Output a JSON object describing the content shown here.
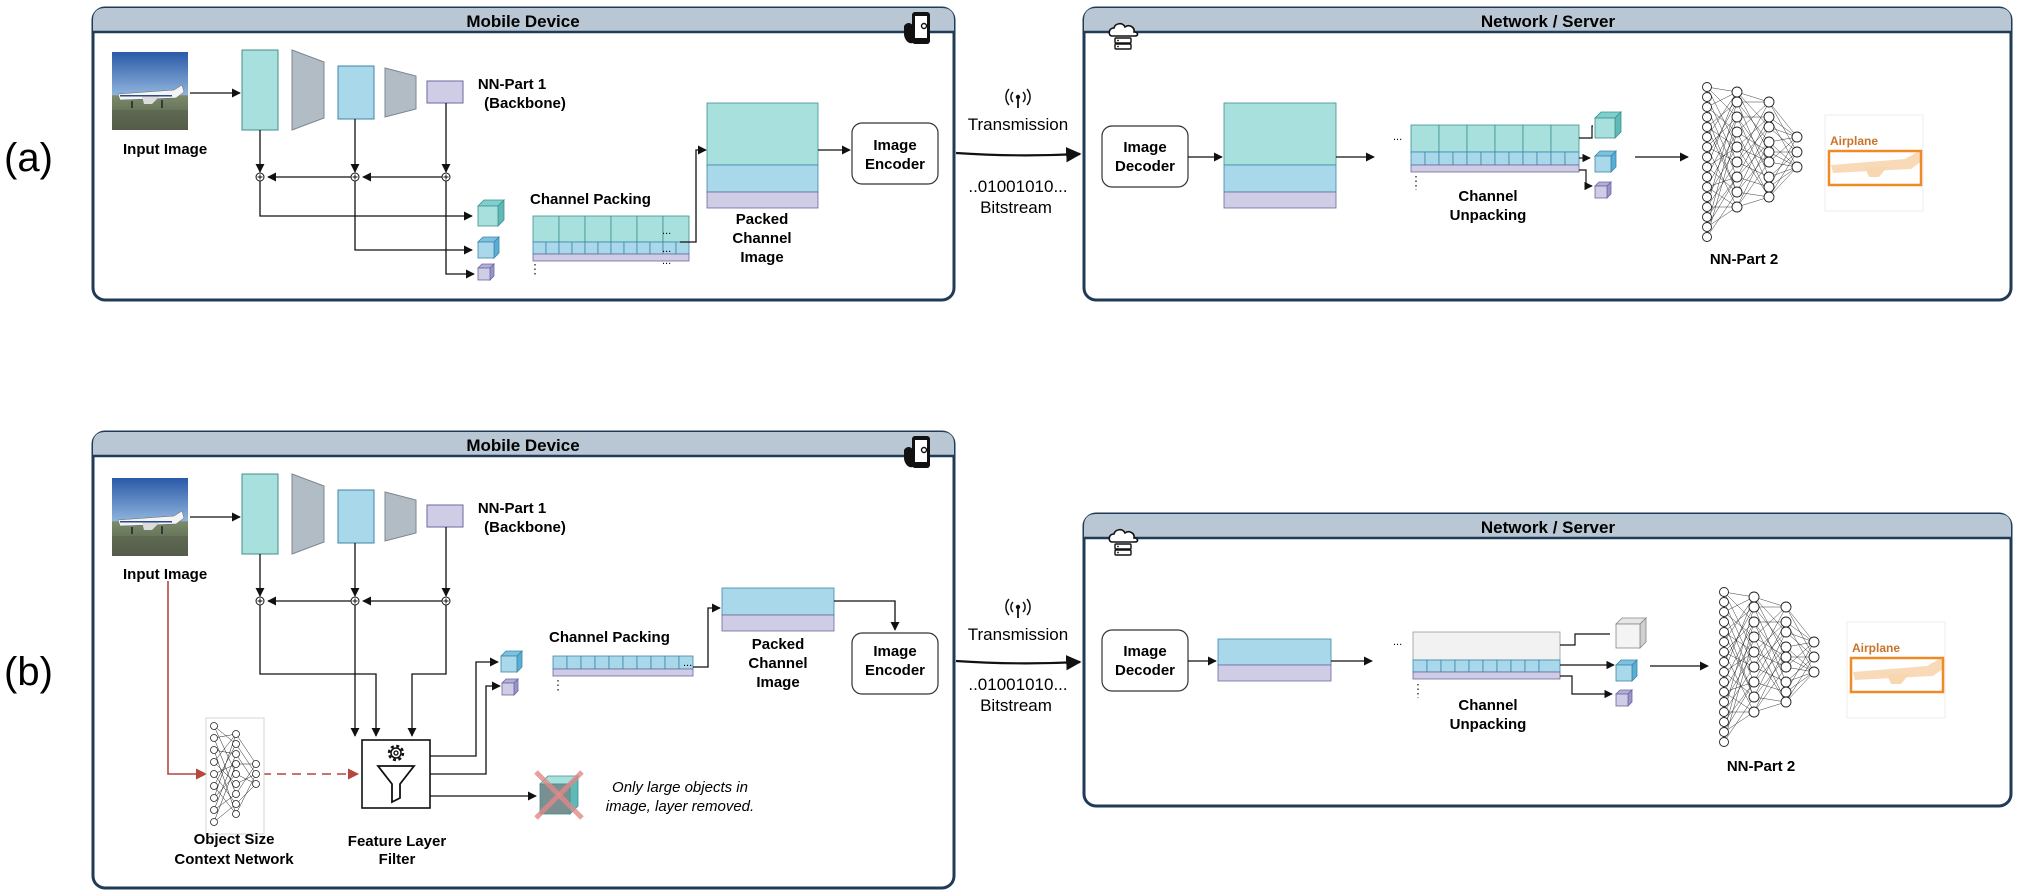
{
  "colors": {
    "panel_stroke": "#1f3b57",
    "panel_header": "#b8c7d3",
    "teal": "#a8e0de",
    "light_blue": "#a9d8ea",
    "lavender": "#cfcde6",
    "gray_trap": "#b2bcc5",
    "red_arrow": "#b5473f",
    "airplane_box": "#f08a24",
    "airplane_label": "#c8742c"
  },
  "part_a": {
    "label": "(a)",
    "mobile": {
      "title": "Mobile Device",
      "input_image": "Input Image",
      "nn_part1_line1": "NN-Part 1",
      "nn_part1_line2": "(Backbone)",
      "channel_packing": "Channel Packing",
      "packed_line1": "Packed",
      "packed_line2": "Channel",
      "packed_line3": "Image",
      "encoder_line1": "Image",
      "encoder_line2": "Encoder",
      "ellipsis": "..."
    },
    "transmission": {
      "label": "Transmission",
      "bitstream_bits": "..01001010...",
      "bitstream_label": "Bitstream"
    },
    "server": {
      "title": "Network / Server",
      "decoder_line1": "Image",
      "decoder_line2": "Decoder",
      "unpacking_line1": "Channel",
      "unpacking_line2": "Unpacking",
      "nn_part2": "NN-Part 2",
      "airplane": "Airplane",
      "ellipsis": "..."
    }
  },
  "part_b": {
    "label": "(b)",
    "mobile": {
      "title": "Mobile Device",
      "input_image": "Input Image",
      "nn_part1_line1": "NN-Part 1",
      "nn_part1_line2": "(Backbone)",
      "channel_packing": "Channel Packing",
      "packed_line1": "Packed",
      "packed_line2": "Channel",
      "packed_line3": "Image",
      "encoder_line1": "Image",
      "encoder_line2": "Encoder",
      "context_line1": "Object Size",
      "context_line2": "Context Network",
      "filter_line1": "Feature Layer",
      "filter_line2": "Filter",
      "note_line1": "Only large objects in",
      "note_line2": "image, layer removed.",
      "ellipsis": "..."
    },
    "transmission": {
      "label": "Transmission",
      "bitstream_bits": "..01001010...",
      "bitstream_label": "Bitstream"
    },
    "server": {
      "title": "Network / Server",
      "decoder_line1": "Image",
      "decoder_line2": "Decoder",
      "unpacking_line1": "Channel",
      "unpacking_line2": "Unpacking",
      "nn_part2": "NN-Part 2",
      "airplane": "Airplane",
      "ellipsis": "..."
    }
  },
  "icons": [
    "phone-hand-icon",
    "cloud-server-icon",
    "antenna-icon",
    "gear-icon",
    "funnel-icon",
    "removed-cube-icon",
    "airplane-photo",
    "neural-network-icon",
    "plus-node-icon"
  ]
}
